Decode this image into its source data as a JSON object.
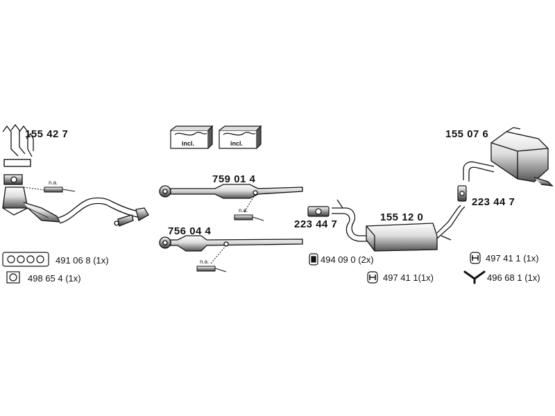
{
  "parts": {
    "manifold_catalyst": "155 42 7",
    "front_pipe_a": "759 01 4",
    "front_pipe_b": "756 04 4",
    "middle_silencer": "155 12 0",
    "rear_silencer": "155 07 6",
    "clamp_left": "223 44 7",
    "clamp_right": "223 44 7"
  },
  "na_label": "n.a.",
  "incl_label": "incl.",
  "accessories": {
    "gasket_4port": "491 06 8 (1x)",
    "gasket_square": "498 65 4 (1x)",
    "rubber_mount_2x": "494 09 0 (2x)",
    "rubber_mount_mid": "497 41 1(1x)",
    "rubber_mount_right": "497 41 1 (1x)",
    "y_hanger": "496 68 1 (1x)"
  }
}
